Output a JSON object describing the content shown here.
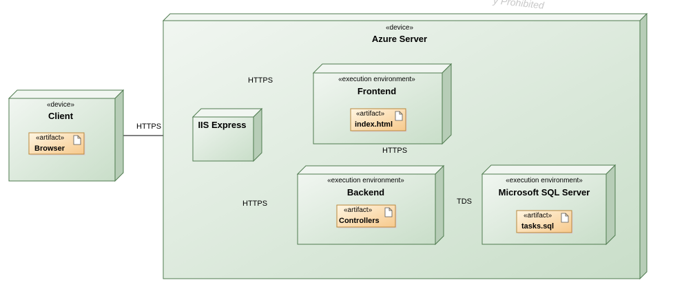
{
  "watermark": "y Prohibited",
  "colors": {
    "node_fill_light": "#f1f6f1",
    "node_fill_dark": "#c9dec9",
    "node_side": "#b7cdb7",
    "node_stroke": "#4e7a4e",
    "artifact_fill_light": "#fff6e2",
    "artifact_fill_dark": "#f7c98c",
    "artifact_stroke": "#b8863b",
    "line": "#000000"
  },
  "nodes": {
    "azure": {
      "stereotype": "«device»",
      "name": "Azure Server"
    },
    "client": {
      "stereotype": "«device»",
      "name": "Client"
    },
    "iis": {
      "name": "IIS Express"
    },
    "frontend": {
      "stereotype": "«execution environment»",
      "name": "Frontend"
    },
    "backend": {
      "stereotype": "«execution environment»",
      "name": "Backend"
    },
    "sql": {
      "stereotype": "«execution environment»",
      "name": "Microsoft SQL Server"
    }
  },
  "artifacts": {
    "browser": {
      "stereotype": "«artifact»",
      "name": "Browser"
    },
    "index": {
      "stereotype": "«artifact»",
      "name": "index.html"
    },
    "controllers": {
      "stereotype": "«artifact»",
      "name": "Controllers"
    },
    "tasks": {
      "stereotype": "«artifact»",
      "name": "tasks.sql"
    }
  },
  "connections": {
    "client_iis": "HTTPS",
    "iis_frontend": "HTTPS",
    "frontend_backend": "HTTPS",
    "iis_backend": "HTTPS",
    "backend_sql": "TDS"
  }
}
